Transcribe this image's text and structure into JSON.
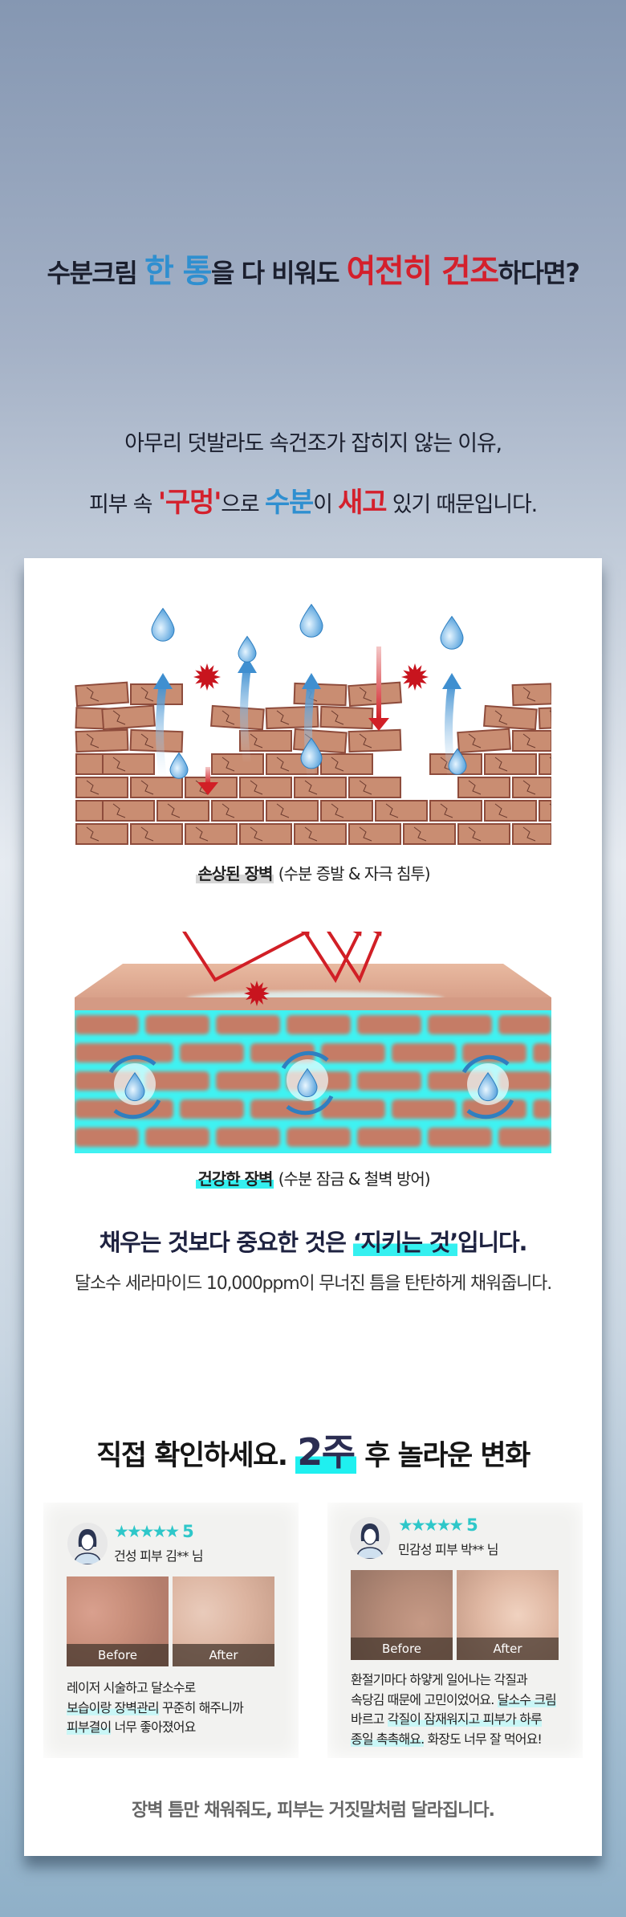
{
  "header": {
    "headline": {
      "p1": "수분크림 ",
      "blue": "한 통",
      "p2": "을 다 비워도 ",
      "red": "여전히 건조",
      "p3": "하다면?"
    },
    "line1": "아무리 덧발라도 속건조가 잡히지 않는 이유,",
    "line2": {
      "p1": "피부 속 ",
      "red1": "'구멍'",
      "p2": "으로 ",
      "blue": "수분",
      "p3": "이 ",
      "red2": "새고",
      "p4": " 있기 때문입니다."
    }
  },
  "damaged": {
    "title": "손상된 장벽",
    "desc": "(수분 증발 & 자극 침투)"
  },
  "healthy": {
    "title": "건강한 장벽",
    "desc": "(수분 잠금 & 철벽 방어)"
  },
  "message": {
    "h_p1": "채우는 것보다 중요한 것은 ",
    "h_hl": "‘지키는 것’",
    "h_p2": "입니다.",
    "sub": "달소수 세라마이드 10,000ppm이 무너진 틈을 탄탄하게 채워줍니다."
  },
  "reviews_heading": {
    "p1": "직접 확인하세요. ",
    "hl": "2주",
    "p2": " 후 놀라운 변화"
  },
  "reviews": [
    {
      "stars": "★★★★★",
      "score": "5",
      "name": "건성 피부 김** 님",
      "before": "Before",
      "after": "After",
      "lines": [
        {
          "a": "레이저 시술하고 달소수로",
          "hl": "",
          "b": ""
        },
        {
          "a": "",
          "hl": "보습이랑 장벽관리",
          "b": " 꾸준히 해주니까"
        },
        {
          "a": "",
          "hl": "피부결이",
          "b": " 너무 좋아졌어요"
        }
      ]
    },
    {
      "stars": "★★★★★",
      "score": "5",
      "name": "민감성 피부 박** 님",
      "before": "Before",
      "after": "After",
      "lines": [
        {
          "a": "환절기마다 하얗게 일어나는 각질과",
          "hl": "",
          "b": ""
        },
        {
          "a": "속당김 때문에 고민이었어요. ",
          "hl": "달소수 크림",
          "b": ""
        },
        {
          "a": "바르고 ",
          "hl": "각질이 잠재워지고 피부가 하루",
          "b": ""
        },
        {
          "a": "",
          "hl": "종일 촉촉해요.",
          "b": " 화장도 너무 잘 먹어요!"
        }
      ]
    }
  ],
  "footer": "장벽 틈만 채워줘도, 피부는 거짓말처럼 달라집니다.",
  "colors": {
    "blue": "#2f8fd0",
    "red": "#d4202c",
    "cyan": "#35f0f0",
    "star": "#2ec7c9"
  }
}
